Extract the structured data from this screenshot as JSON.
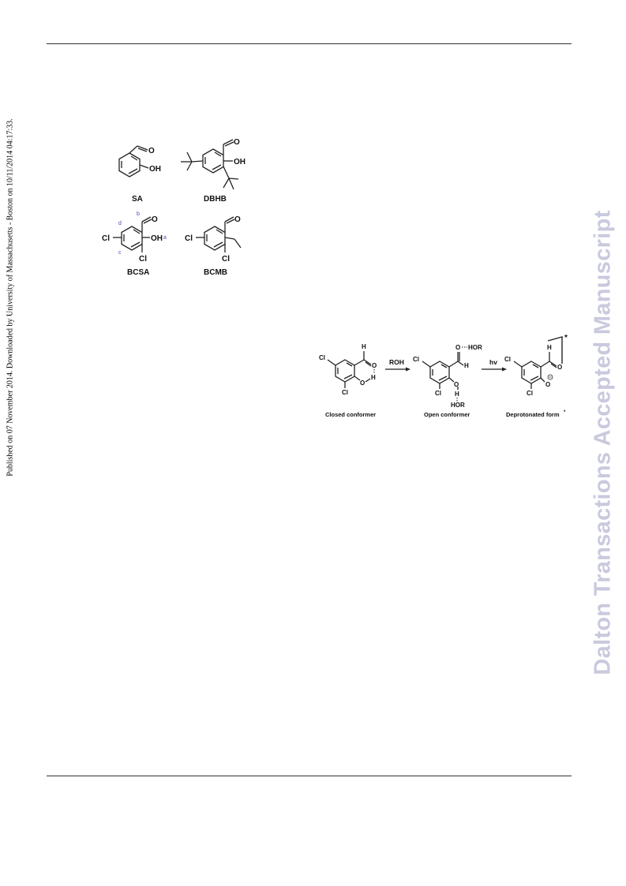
{
  "sidebar": {
    "published_line": "Published on 07 November 2014. Downloaded by University of Massachusetts - Boston on 10/11/2014 04:17:33."
  },
  "watermark": {
    "text": "Dalton Transactions Accepted Manuscript"
  },
  "figure1": {
    "compounds": {
      "sa": {
        "name": "SA",
        "oh": "OH",
        "o": "O"
      },
      "dbhb": {
        "name": "DBHB",
        "oh": "OH",
        "o": "O"
      },
      "bcsa": {
        "name": "BCSA",
        "oh": "OH",
        "o": "O",
        "cl_left": "Cl",
        "cl_bottom": "Cl",
        "label_a": "a",
        "label_b": "b",
        "label_c": "c",
        "label_d": "d"
      },
      "bcmb": {
        "name": "BCMB",
        "o": "O",
        "cl_left": "Cl",
        "cl_bottom": "Cl"
      }
    }
  },
  "figure2": {
    "closed": {
      "caption": "Closed conformer",
      "cl_top": "Cl",
      "cl_bottom": "Cl",
      "h_top": "H",
      "o1": "O",
      "o2": "O",
      "h_bond": "H"
    },
    "arrow1_label": "ROH",
    "open": {
      "caption": "Open conformer",
      "cl_top": "Cl",
      "cl_bottom": "Cl",
      "o_hor": "O",
      "hor_top": "HOR",
      "h_ald": "H",
      "o_low": "O",
      "h_low": "H",
      "hor_bottom": "HOR"
    },
    "arrow2_label": "hv",
    "deprotonated": {
      "caption": "Deprotonated form",
      "caption_sup": "*",
      "cl_top": "Cl",
      "cl_bottom": "Cl",
      "h_top": "H",
      "o_ald": "O",
      "o_minus": "O",
      "star": "*"
    }
  }
}
